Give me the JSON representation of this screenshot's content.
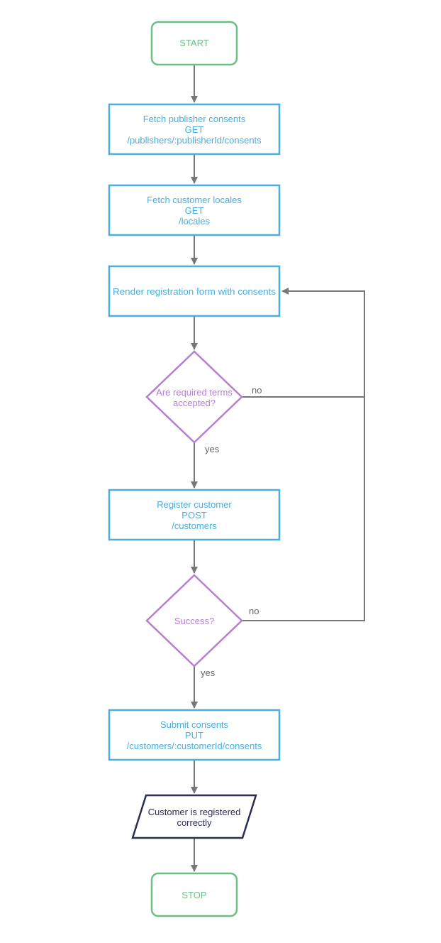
{
  "colors": {
    "terminal": "#6cbf84",
    "process": "#4aaee0",
    "decision": "#b77ed3",
    "io": "#2b2d55",
    "connector": "#777777",
    "edge_label": "#666666"
  },
  "nodes": {
    "start": {
      "label": "START"
    },
    "fetch_consents": {
      "lines": [
        "Fetch publisher consents",
        "GET",
        "/publishers/:publisherId/consents"
      ]
    },
    "fetch_locales": {
      "lines": [
        "Fetch customer locales",
        "GET",
        "/locales"
      ]
    },
    "render_form": {
      "label": "Render registration form with consents"
    },
    "terms_accepted": {
      "lines": [
        "Are required terms",
        "accepted?"
      ]
    },
    "register_customer": {
      "lines": [
        "Register customer",
        "POST",
        "/customers"
      ]
    },
    "success": {
      "label": "Success?"
    },
    "submit_consents": {
      "lines": [
        "Submit consents",
        "PUT",
        "/customers/:customerId/consents"
      ]
    },
    "registered": {
      "lines": [
        "Customer is registered",
        "correctly"
      ]
    },
    "stop": {
      "label": "STOP"
    }
  },
  "edge_labels": {
    "terms_no": "no",
    "terms_yes": "yes",
    "success_no": "no",
    "success_yes": "yes"
  }
}
